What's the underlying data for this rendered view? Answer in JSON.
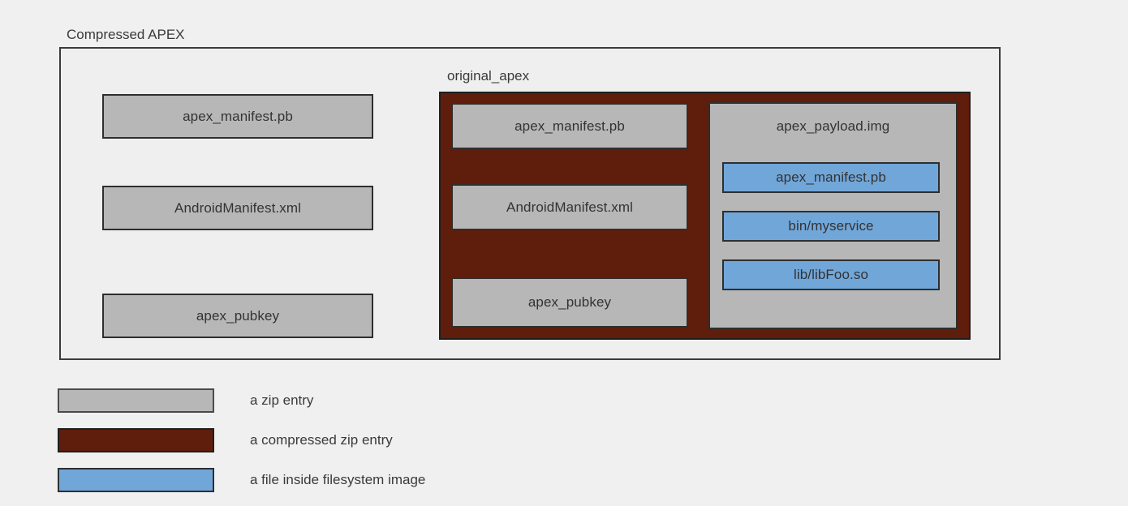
{
  "diagram": {
    "title": "Compressed APEX",
    "outer": {
      "label": "Compressed APEX",
      "zip_entries": [
        {
          "label": "apex_manifest.pb"
        },
        {
          "label": "AndroidManifest.xml"
        },
        {
          "label": "apex_pubkey"
        }
      ]
    },
    "original_apex": {
      "label": "original_apex",
      "kind": "compressed zip entry",
      "zip_entries": [
        {
          "label": "apex_manifest.pb"
        },
        {
          "label": "AndroidManifest.xml"
        },
        {
          "label": "apex_pubkey"
        }
      ],
      "payload": {
        "label": "apex_payload.img",
        "files": [
          {
            "label": "apex_manifest.pb"
          },
          {
            "label": "bin/myservice"
          },
          {
            "label": "lib/libFoo.so"
          }
        ]
      }
    }
  },
  "legend": {
    "items": [
      {
        "swatch": "gray",
        "color": "#b7b7b7",
        "label": "a zip entry"
      },
      {
        "swatch": "red",
        "color": "#5f1d0b",
        "label": "a compressed zip entry"
      },
      {
        "swatch": "blue",
        "color": "#71a6d9",
        "label": "a file inside filesystem image"
      }
    ]
  },
  "colors": {
    "background": "#f0f0f0",
    "zip_entry": "#b7b7b7",
    "compressed_zip_entry": "#5f1d0b",
    "filesystem_file": "#71a6d9",
    "stroke": "#2e2e2e"
  }
}
